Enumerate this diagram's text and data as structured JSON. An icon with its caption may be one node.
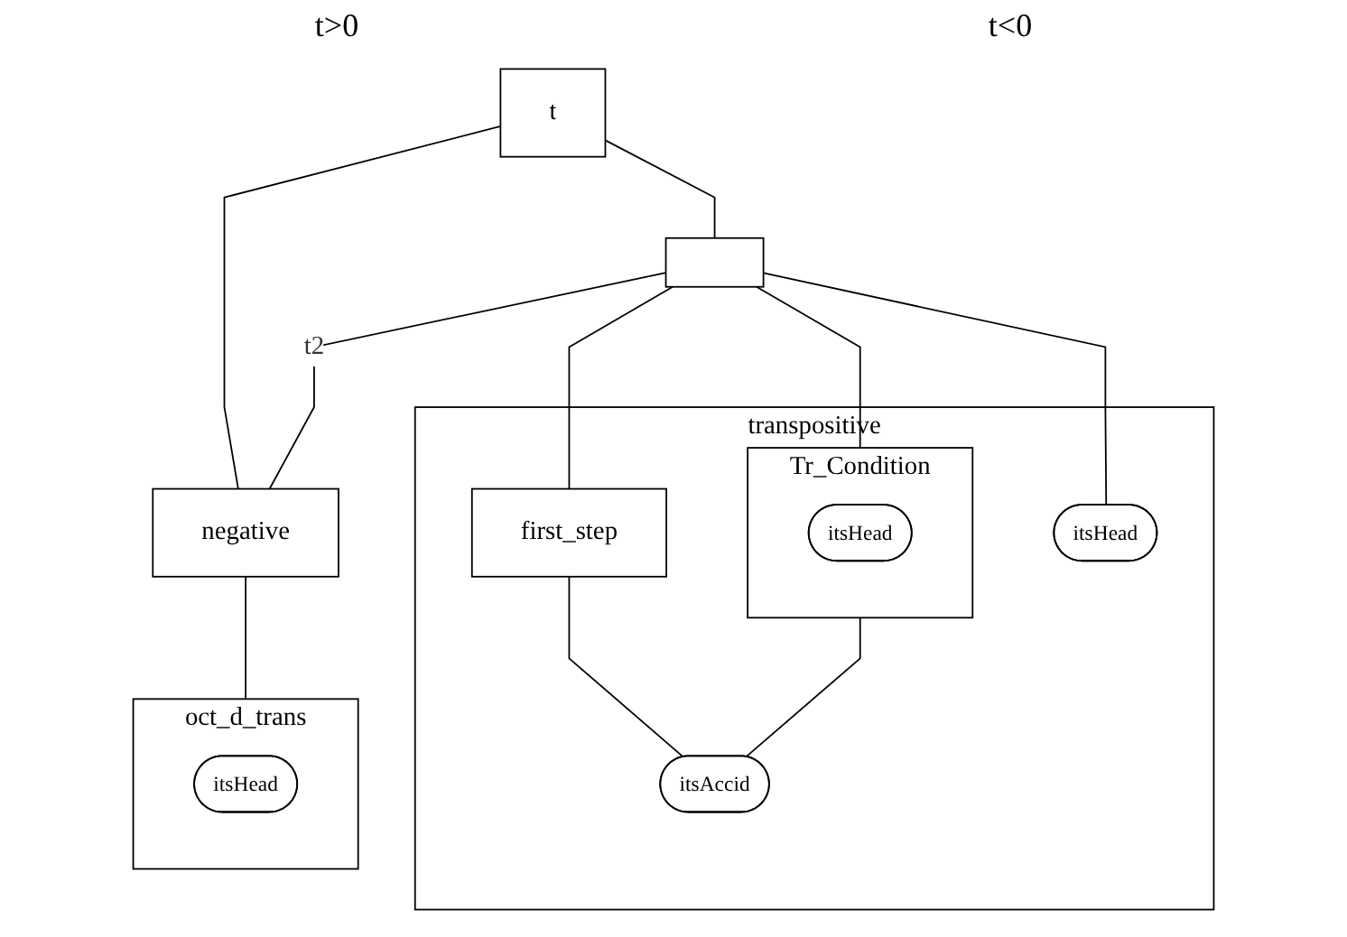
{
  "diagram": {
    "nodes": [
      {
        "text": [
          "t"
        ]
      },
      {
        "text": [
          "negative"
        ]
      },
      {
        "text": [],
        "shape": "box"
      },
      {
        "text": [
          "transpositive"
        ]
      },
      {
        "text": [
          "Tr_Condition"
        ],
        "in": 3
      },
      {
        "text": [
          "itsHead"
        ],
        "in": 4
      },
      {
        "text": [
          "first_step"
        ],
        "in": 3
      },
      {
        "text": [
          "itsAccid"
        ],
        "in": 3
      },
      {
        "text": [
          "itsHead"
        ],
        "in": 3
      },
      {
        "text": [
          "oct_d_trans"
        ]
      },
      {
        "text": [
          "itsHead"
        ],
        "in": 9
      }
    ],
    "edges": [
      {
        "from": 0,
        "to": 1,
        "arrow": "none"
      },
      {
        "from": 0,
        "to": 2,
        "arrow": "none"
      },
      {
        "from": 2,
        "to": 1,
        "arrow": "none",
        "label": "t2"
      },
      {
        "from": 2,
        "to": 4,
        "arrow": "none"
      },
      {
        "from": 2,
        "to": 6,
        "arrow": "none"
      },
      {
        "from": 2,
        "to": 8,
        "arrow": "none"
      },
      {
        "from": 4,
        "to": 7,
        "arrow": "none"
      },
      {
        "from": 6,
        "to": 7,
        "arrow": "none"
      },
      {
        "from": 1,
        "to": 9,
        "arrow": "none"
      }
    ],
    "labels": [
      "t>0",
      "t<0"
    ]
  }
}
